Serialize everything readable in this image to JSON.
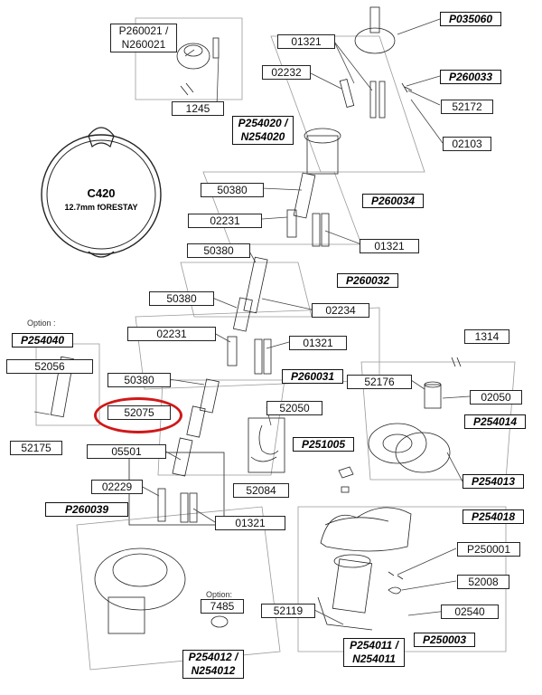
{
  "profile": {
    "title": "C420",
    "subtitle": "12.7mm fORESTAY"
  },
  "option_labels": [
    "Option :",
    "Option:"
  ],
  "part_labels": {
    "p01": "P260021 / N260021",
    "p02": "1245",
    "p03": "01321",
    "p04": "02232",
    "p05": "52172",
    "p06": "02103",
    "p07": "50380",
    "p08": "02231",
    "p09": "01321",
    "p10": "50380",
    "p11": "50380",
    "p12": "02234",
    "p13": "02231",
    "p14": "01321",
    "p15": "52056",
    "p16": "52175",
    "p17": "50380",
    "p18": "52075",
    "p19": "05501",
    "p20": "02229",
    "p21": "01321",
    "p22": "52050",
    "p23": "52084",
    "p24": "1314",
    "p25": "52176",
    "p26": "02050",
    "p27": "P250001",
    "p28": "52008",
    "p29": "02540",
    "p30": "52119",
    "p31": "7485"
  },
  "assembly_labels": {
    "a01": "P035060",
    "a02": "P260033",
    "a03": "P254020 / N254020",
    "a04": "P260034",
    "a05": "P260032",
    "a06": "P254040",
    "a07": "P260031",
    "a08": "P251005",
    "a09": "P260039",
    "a10": "P254014",
    "a11": "P254013",
    "a12": "P254018",
    "a13": "P250003",
    "a14": "P254011 / N254011",
    "a15": "P254012 / N254012"
  },
  "highlight": {
    "part": "52075",
    "color": "#d01818"
  }
}
